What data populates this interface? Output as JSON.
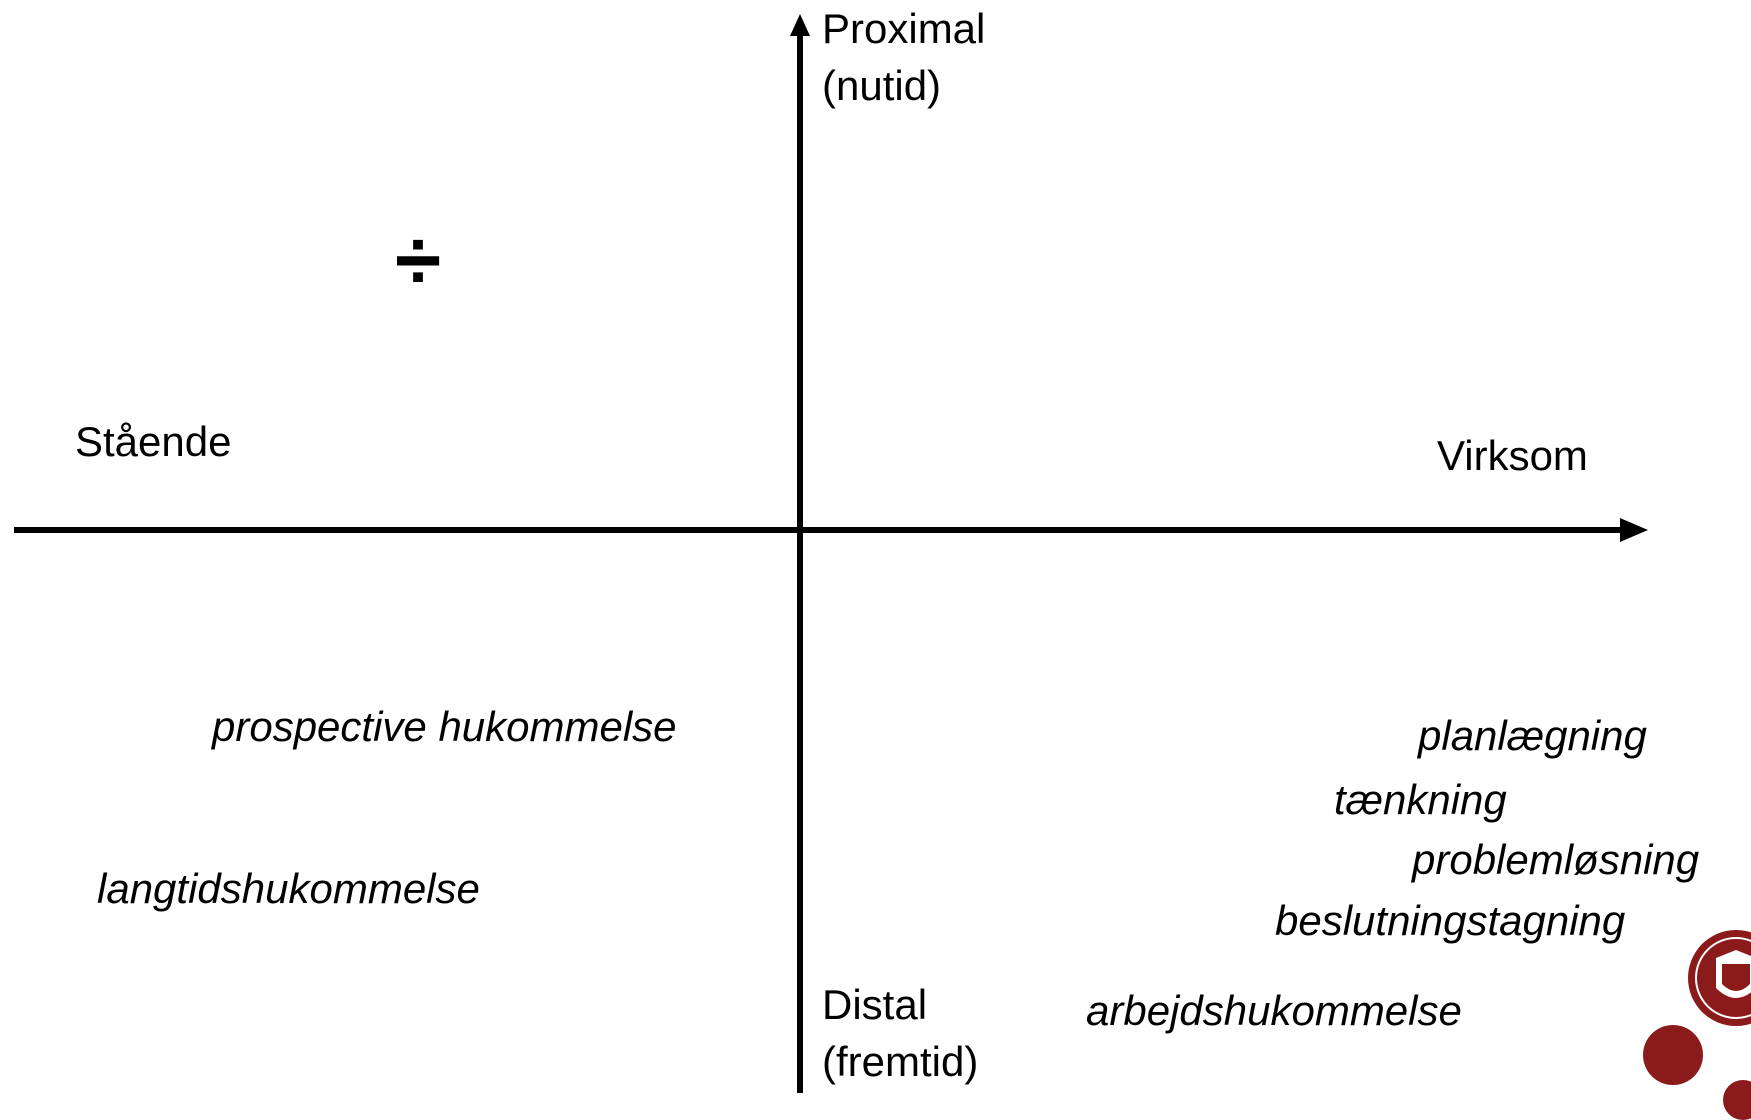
{
  "axes": {
    "vertical": {
      "top_line1": "Proximal",
      "top_line2": "(nutid)",
      "bottom_line1": "Distal",
      "bottom_line2": "(fremtid)"
    },
    "horizontal": {
      "left": "Stående",
      "right": "Virksom"
    }
  },
  "quadrant_symbol": "÷",
  "terms": {
    "prospective": "prospective hukommelse",
    "langtid": "langtidshukommelse",
    "planlaegning": "planlægning",
    "taenkning": "tænkning",
    "problemloesning": "problemløsning",
    "beslutning": "beslutningstagning",
    "arbejds": "arbejdshukommelse"
  },
  "colors": {
    "axis": "#000000",
    "logo": "#8b1a1a",
    "text": "#000000"
  },
  "logo": "university-seal"
}
